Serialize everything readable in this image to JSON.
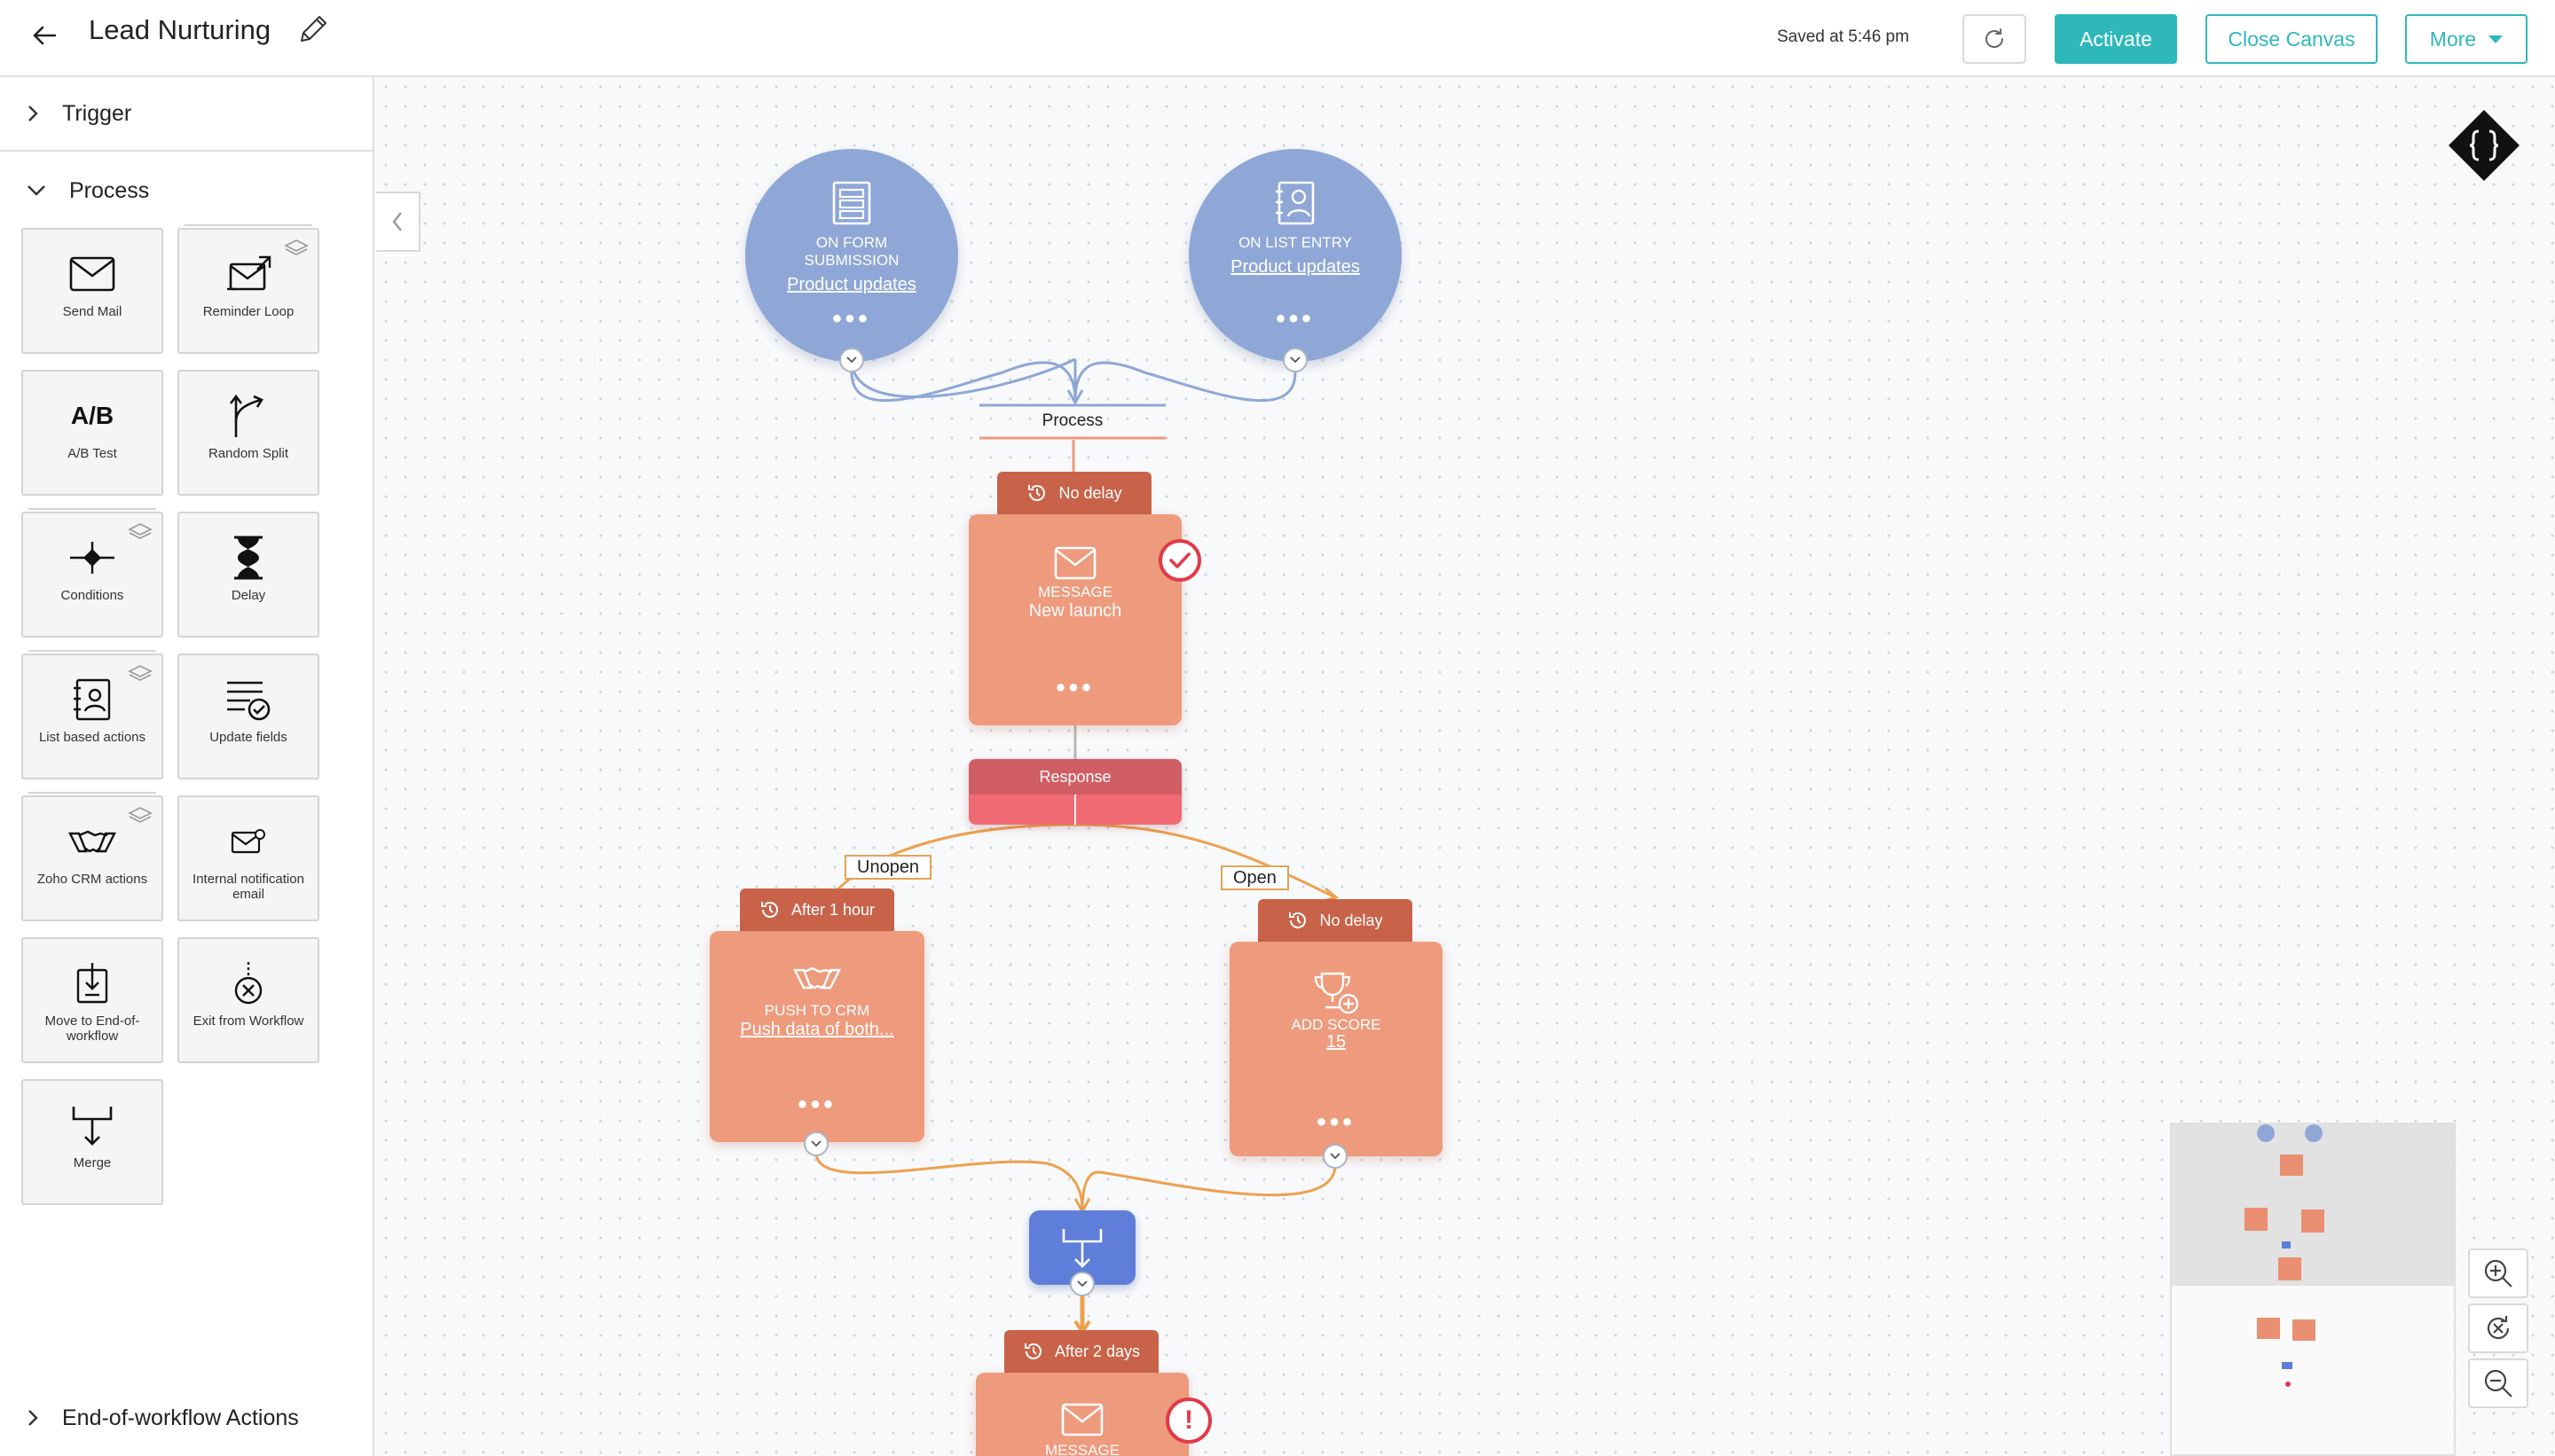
{
  "header": {
    "title": "Lead Nurturing",
    "saved": "Saved at 5:46 pm",
    "activate": "Activate",
    "close_canvas": "Close Canvas",
    "more": "More"
  },
  "sidebar": {
    "trigger": "Trigger",
    "process": "Process",
    "end_of_workflow": "End-of-workflow Actions",
    "tiles": [
      {
        "label": "Send Mail",
        "icon": "mail-icon"
      },
      {
        "label": "Reminder Loop",
        "icon": "reminder-loop-icon"
      },
      {
        "label": "A/B Test",
        "icon": "ab-test-icon",
        "glyph": "A/B"
      },
      {
        "label": "Random Split",
        "icon": "random-split-icon"
      },
      {
        "label": "Conditions",
        "icon": "conditions-icon"
      },
      {
        "label": "Delay",
        "icon": "hourglass-icon"
      },
      {
        "label": "List based actions",
        "icon": "list-contact-icon"
      },
      {
        "label": "Update fields",
        "icon": "update-fields-icon"
      },
      {
        "label": "Zoho CRM actions",
        "icon": "handshake-icon"
      },
      {
        "label": "Internal notification email",
        "icon": "notification-mail-icon"
      },
      {
        "label": "Move to End-of-workflow",
        "icon": "move-end-icon"
      },
      {
        "label": "Exit from Workflow",
        "icon": "exit-icon"
      },
      {
        "label": "Merge",
        "icon": "merge-icon"
      }
    ]
  },
  "canvas": {
    "triggers": [
      {
        "caption_1": "ON FORM",
        "caption_2": "SUBMISSION",
        "link": "Product updates",
        "icon": "form-icon"
      },
      {
        "caption_1": "ON LIST ENTRY",
        "caption_2": "",
        "link": "Product updates",
        "icon": "list-entry-icon"
      }
    ],
    "process_label": "Process",
    "message_1": {
      "delay": "No delay",
      "type": "MESSAGE",
      "name": "New launch"
    },
    "response_label": "Response",
    "branch_unopen": "Unopen",
    "branch_open": "Open",
    "push_crm": {
      "delay": "After 1 hour",
      "type": "PUSH TO CRM",
      "name": "Push data of both..."
    },
    "add_score": {
      "delay": "No delay",
      "type": "ADD SCORE",
      "name": "15"
    },
    "message_2": {
      "delay": "After 2 days",
      "type": "MESSAGE"
    },
    "warning_mark": "!"
  },
  "colors": {
    "accent": "#2fb8ba",
    "trigger_node": "#8ea7d6",
    "action_node": "#ee9a7d",
    "delay_tab": "#c8634a",
    "response": "#d15e64",
    "merge_node": "#5f7ed9",
    "connector_blue": "#8ea7d6",
    "connector_orange": "#eca14f",
    "error": "#e23a4a"
  }
}
